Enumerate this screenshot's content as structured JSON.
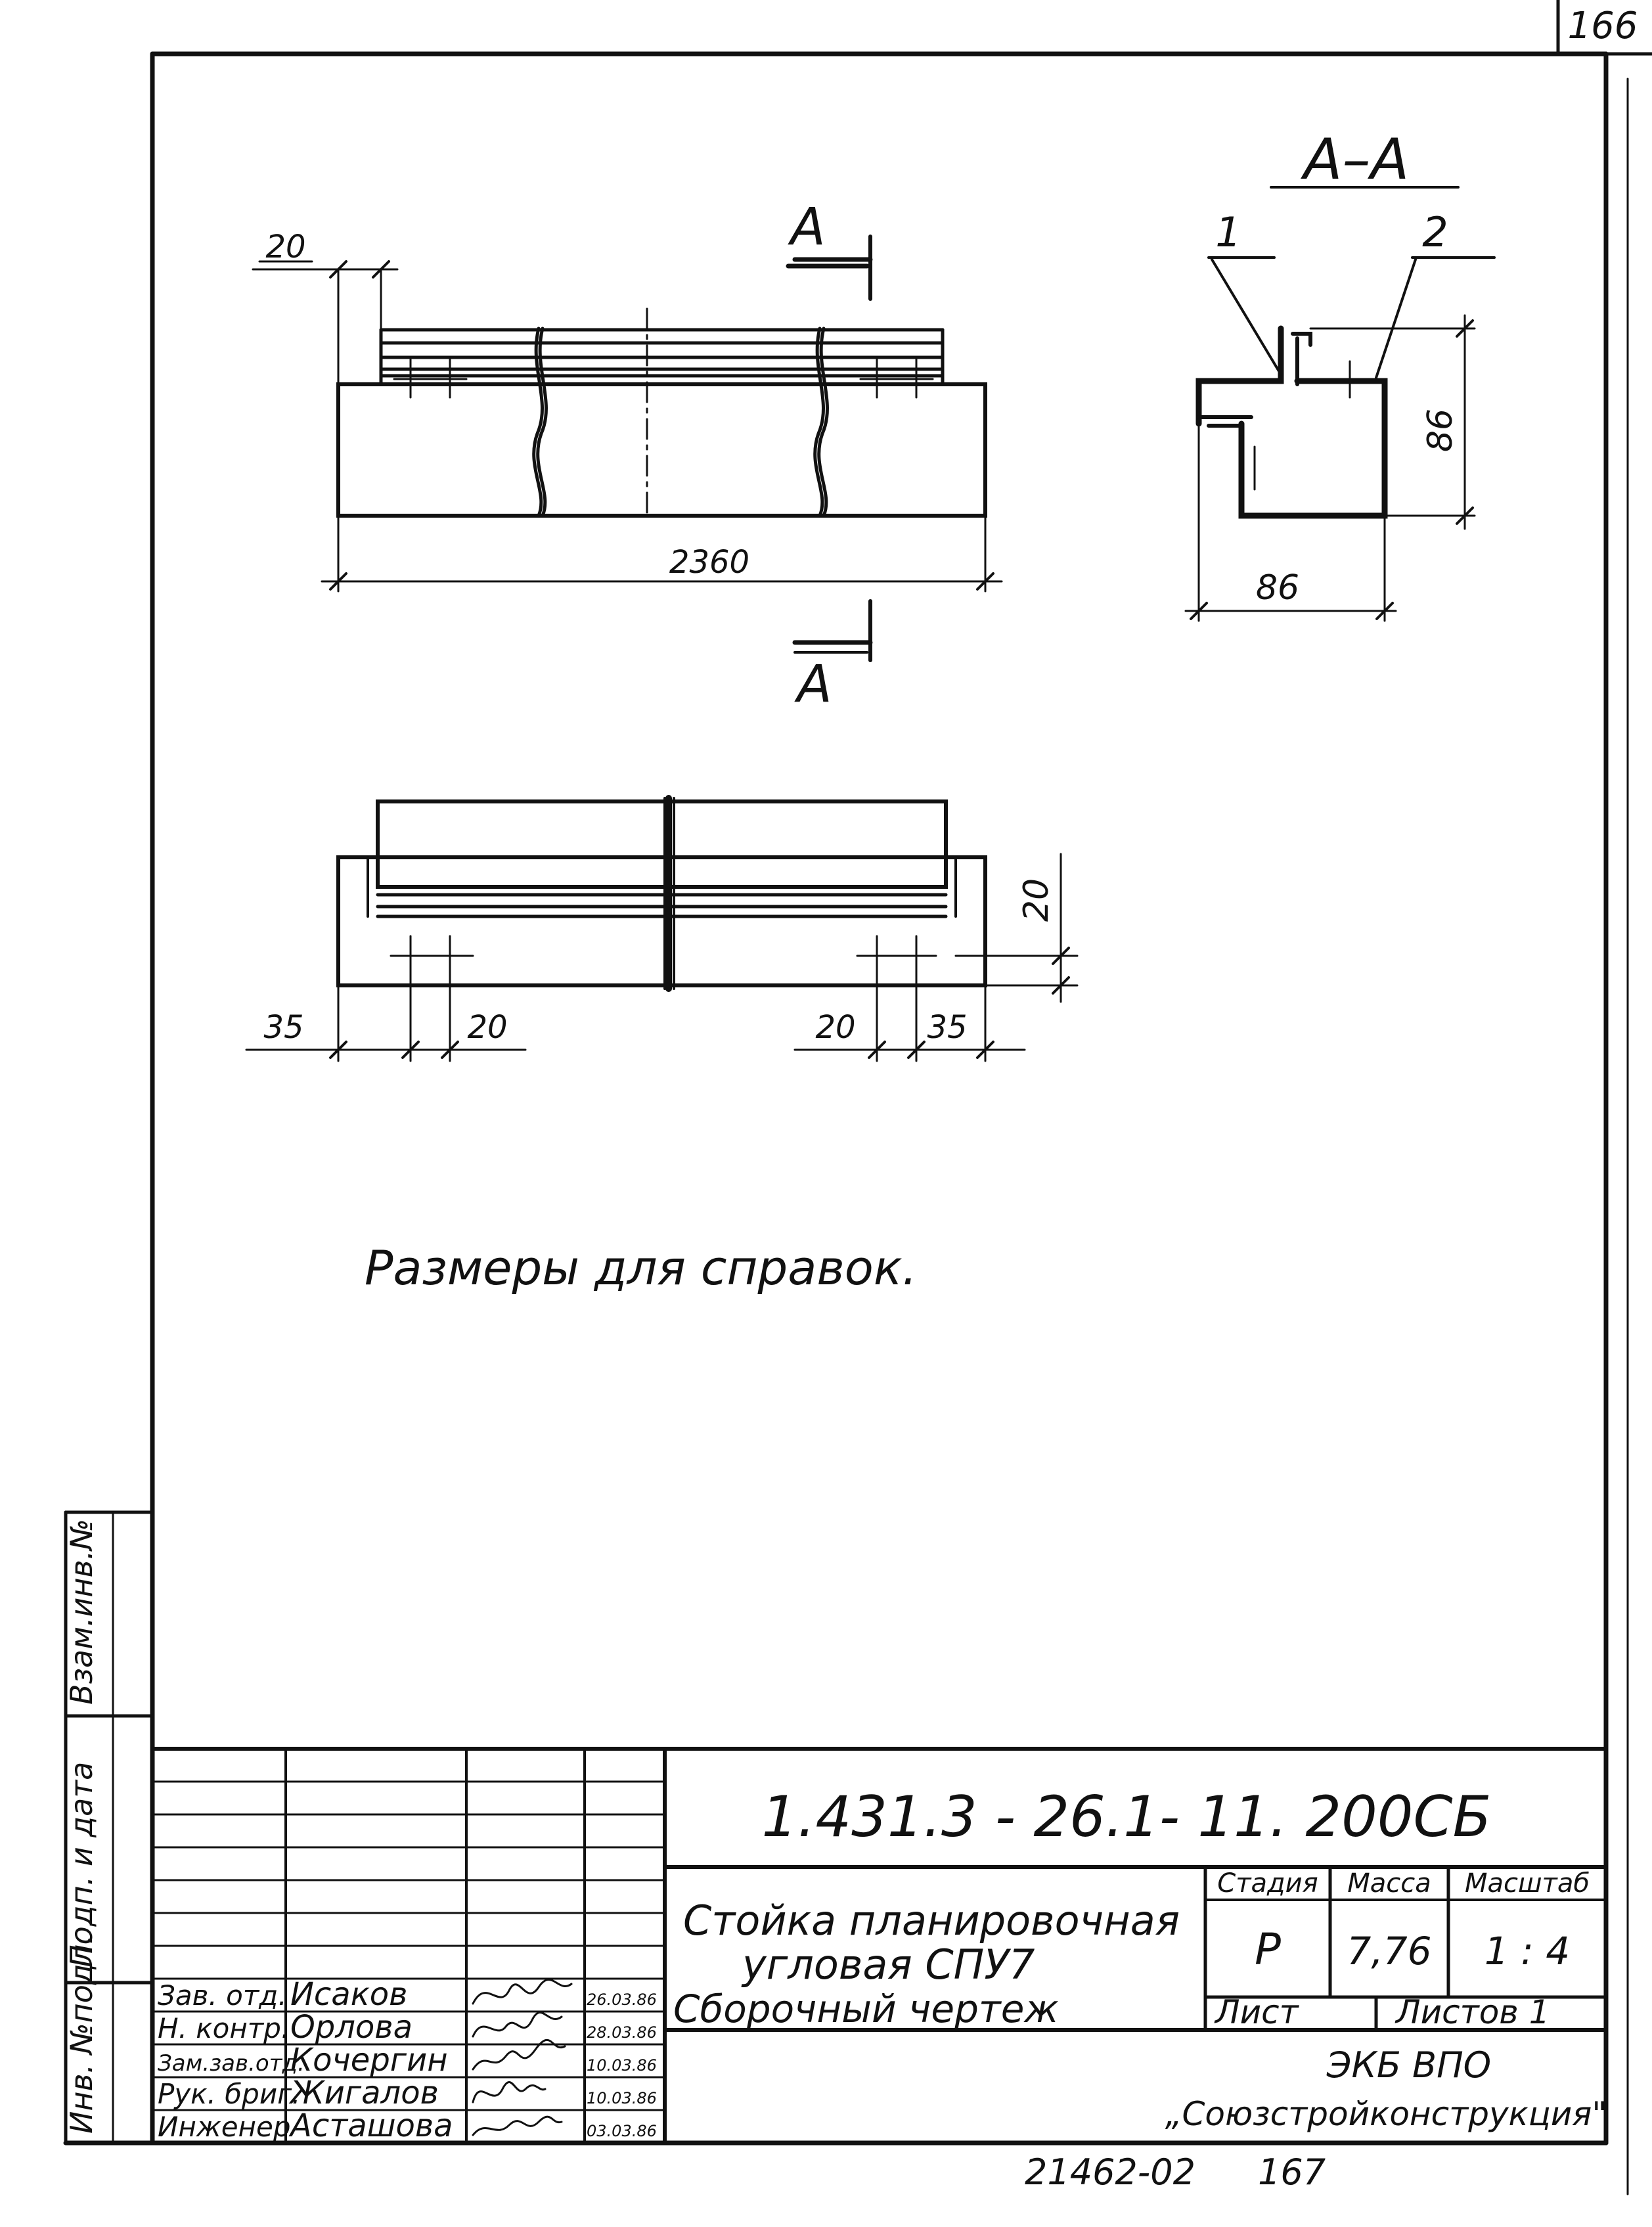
{
  "sheet_number": "166",
  "section_label": "А–А",
  "section_mark": "А",
  "callouts": [
    "1",
    "2"
  ],
  "dimensions": {
    "top_offset": "20",
    "overall_length": "2360",
    "section_height": "86",
    "section_width": "86",
    "plan_offset_left": "35",
    "plan_spacing_left": "20",
    "plan_spacing_right": "20",
    "plan_offset_right": "35",
    "plan_height": "20"
  },
  "note": "Размеры для справок.",
  "side_labels": {
    "inv_podl": "Инв. №подл.",
    "podp_data": "Подп. и дата",
    "vzam_inv": "Взам.инв.№"
  },
  "title_block": {
    "designation": "1.431.3 - 26.1- 11. 200СБ",
    "name_line1": "Стойка планировочная",
    "name_line2": "угловая  СПУ7",
    "name_line3": "Сборочный  чертеж",
    "stage_header": "Стадия",
    "mass_header": "Масса",
    "scale_header": "Масштаб",
    "stage": "Р",
    "mass": "7,76",
    "scale": "1 : 4",
    "sheet_label": "Лист",
    "sheets_label": "Листов 1",
    "org_line1": "ЭКБ  ВПО",
    "org_line2": "„Союзстройконструкция\"",
    "signatures": [
      {
        "role": "Зав. отд.",
        "name": "Исаков",
        "date": "26.03.86"
      },
      {
        "role": "Н. контр.",
        "name": "Орлова",
        "date": "28.03.86"
      },
      {
        "role": "Зам.зав.отд.",
        "name": "Кочергин",
        "date": "10.03.86"
      },
      {
        "role": "Рук. бриг.",
        "name": "Жигалов",
        "date": "10.03.86"
      },
      {
        "role": "Инженер",
        "name": "Асташова",
        "date": "03.03.86"
      }
    ]
  },
  "bottom_code": "21462-02",
  "bottom_page": "167"
}
